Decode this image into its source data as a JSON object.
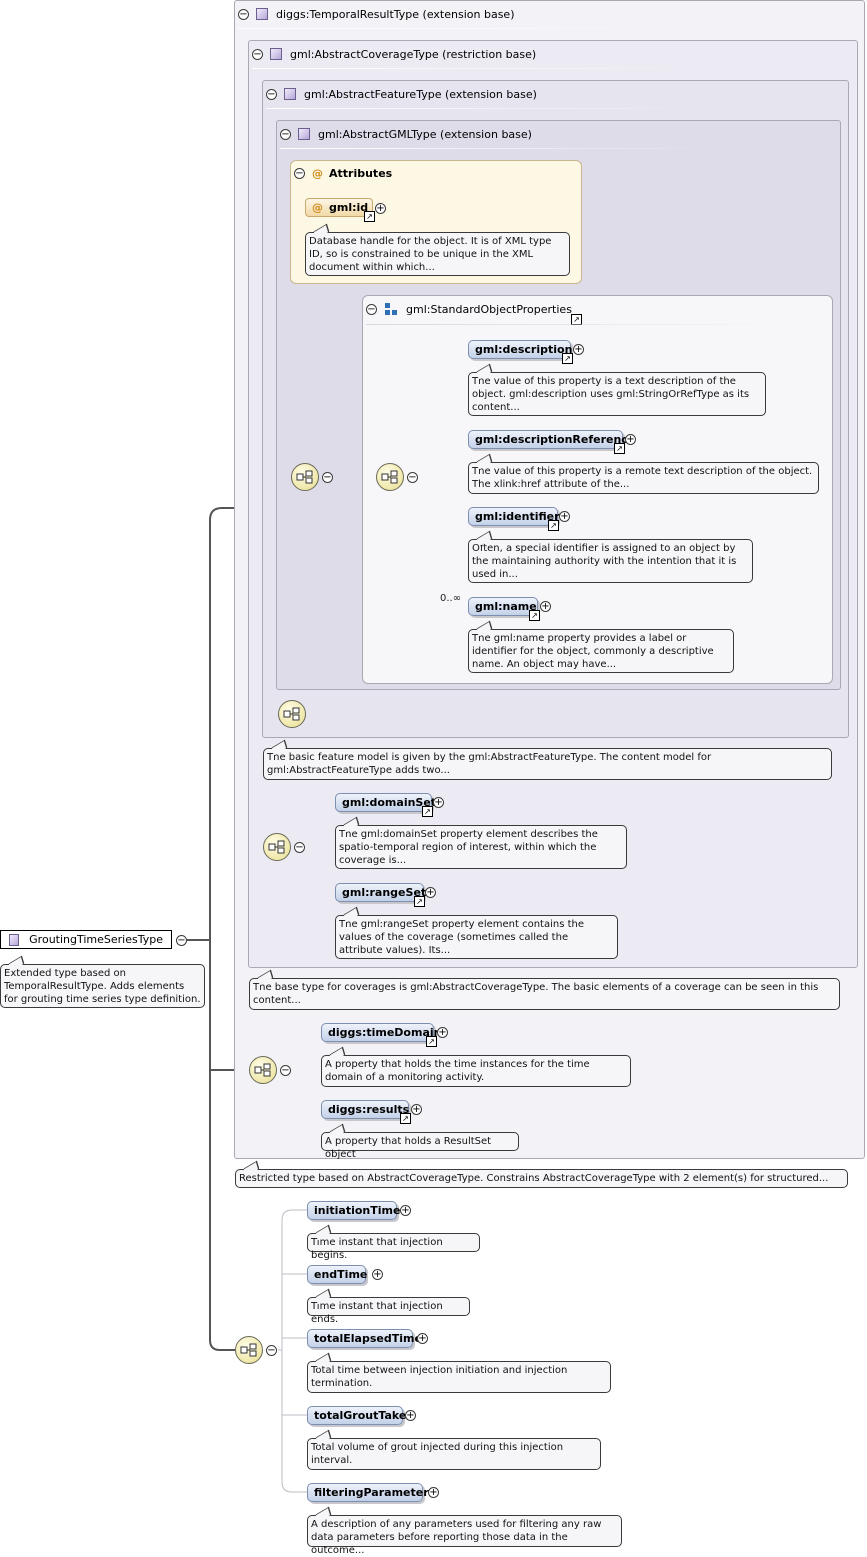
{
  "root": {
    "name": "GroutingTimeSeriesType",
    "doc": "Extended type based on TemporalResultType. Adds elements for grouting time series type definition."
  },
  "types": {
    "t1": "diggs:TemporalResultType (extension base)",
    "t2": "gml:AbstractCoverageType (restriction base)",
    "t3": "gml:AbstractFeatureType (extension base)",
    "t4": "gml:AbstractGMLType (extension base)"
  },
  "attributes": {
    "title": "Attributes",
    "id_name": "gml:id",
    "id_doc": "Database handle for the object. It is of XML type ID, so is constrained to be unique in the XML document within which..."
  },
  "group": {
    "name": "gml:StandardObjectProperties",
    "cardinality": "0..∞",
    "elements": [
      {
        "name": "gml:description",
        "doc": "The value of this property is a text description of the object. gml:description uses gml:StringOrRefType as its content..."
      },
      {
        "name": "gml:descriptionReference",
        "doc": "The value of this property is a remote text description of the object. The xlink:href attribute of the..."
      },
      {
        "name": "gml:identifier",
        "doc": "Often, a special identifier is assigned to an object by the maintaining authority with the intention that it is used in..."
      },
      {
        "name": "gml:name",
        "doc": "The gml:name property provides a label or identifier for the object, commonly a descriptive name. An object may have..."
      }
    ]
  },
  "docs": {
    "feature": "The basic feature model is given by the gml:AbstractFeatureType. The content model for gml:AbstractFeatureType adds two...",
    "coverage": "The base type for coverages is gml:AbstractCoverageType. The basic elements of a coverage can be seen in this content...",
    "restricted": "Restricted type based on AbstractCoverageType. Constrains AbstractCoverageType with 2 element(s) for structured..."
  },
  "coverage_elements": [
    {
      "name": "gml:domainSet",
      "doc": "The gml:domainSet property element describes the spatio-temporal region of interest, within which the coverage is..."
    },
    {
      "name": "gml:rangeSet",
      "doc": "The gml:rangeSet property element contains the values of the coverage (sometimes called the attribute values). Its..."
    }
  ],
  "temporal_elements": [
    {
      "name": "diggs:timeDomain",
      "doc": "A property that holds the time instances for the time domain of a monitoring activity."
    },
    {
      "name": "diggs:results",
      "doc": "A property that holds a ResultSet object"
    }
  ],
  "own_elements": [
    {
      "name": "initiationTime",
      "doc": "Time instant that injection begins."
    },
    {
      "name": "endTime",
      "doc": "Time instant that injection ends."
    },
    {
      "name": "totalElapsedTime",
      "doc": "Total time between injection initiation and injection termination."
    },
    {
      "name": "totalGroutTake",
      "doc": "Total volume of grout injected during this injection interval."
    },
    {
      "name": "filteringParameters",
      "doc": "A description of any parameters used for filtering any raw data parameters before reporting those data in the outcome..."
    }
  ],
  "symbols": {
    "expand": "+",
    "collapse": "−",
    "link": "↗",
    "attr": "@",
    "type_icon": "type-square-icon",
    "sequence_icon": "sequence-compositor-icon",
    "group_icon": "group-icon"
  },
  "colors": {
    "element_fill": "#c3d1e8",
    "attribute_fill": "#f1d9a6",
    "compositor_fill": "#efe7a8",
    "type_fill": "#b6a6d8"
  }
}
